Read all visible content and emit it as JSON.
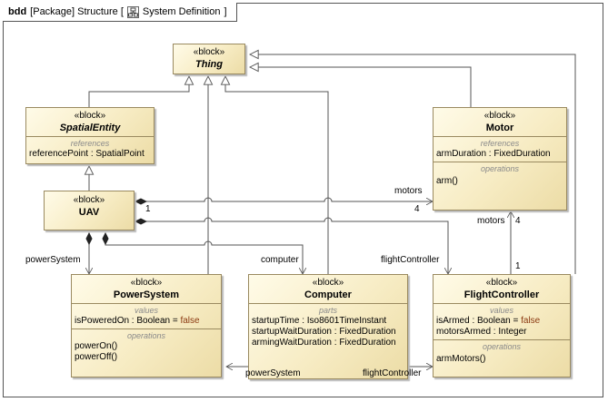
{
  "frame": {
    "kind": "bdd",
    "title": "[Package] Structure [",
    "diagram_name": "System Definition",
    "close_bracket": "]"
  },
  "stereotype": "«block»",
  "blocks": {
    "thing": {
      "name": "Thing"
    },
    "spatial_entity": {
      "name": "SpatialEntity",
      "compartment_title": "references",
      "items": [
        "referencePoint : SpatialPoint"
      ]
    },
    "uav": {
      "name": "UAV"
    },
    "motor": {
      "name": "Motor",
      "references_title": "references",
      "references": [
        "armDuration : FixedDuration"
      ],
      "operations_title": "operations",
      "operations": [
        "arm()"
      ]
    },
    "power_system": {
      "name": "PowerSystem",
      "values_title": "values",
      "value_name": "isPoweredOn : Boolean =",
      "value_default": "false",
      "operations_title": "operations",
      "operations": [
        "powerOn()",
        "powerOff()"
      ]
    },
    "computer": {
      "name": "Computer",
      "parts_title": "parts",
      "parts": [
        "startupTime : Iso8601TimeInstant",
        "startupWaitDuration : FixedDuration",
        "armingWaitDuration : FixedDuration"
      ]
    },
    "flight_controller": {
      "name": "FlightController",
      "values_title": "values",
      "value1_name": "isArmed : Boolean =",
      "value1_default": "false",
      "value2": "motorsArmed : Integer",
      "operations_title": "operations",
      "operations": [
        "armMotors()"
      ]
    }
  },
  "labels": {
    "motors_top": "motors",
    "mult_uav_1": "1",
    "mult_motor_4": "4",
    "motors_side": "motors",
    "mult_fc_motor_4": "4",
    "mult_fc_1": "1",
    "power_system_role": "powerSystem",
    "computer_role": "computer",
    "flight_controller_role": "flightController",
    "power_system_bottom": "powerSystem",
    "flight_controller_bottom": "flightController"
  },
  "colors": {
    "block_border": "#9a8a60",
    "block_fill_light": "#fffbe8",
    "block_fill_dark": "#ecdca6",
    "line": "#555555",
    "default_value": "#8b3a12"
  }
}
